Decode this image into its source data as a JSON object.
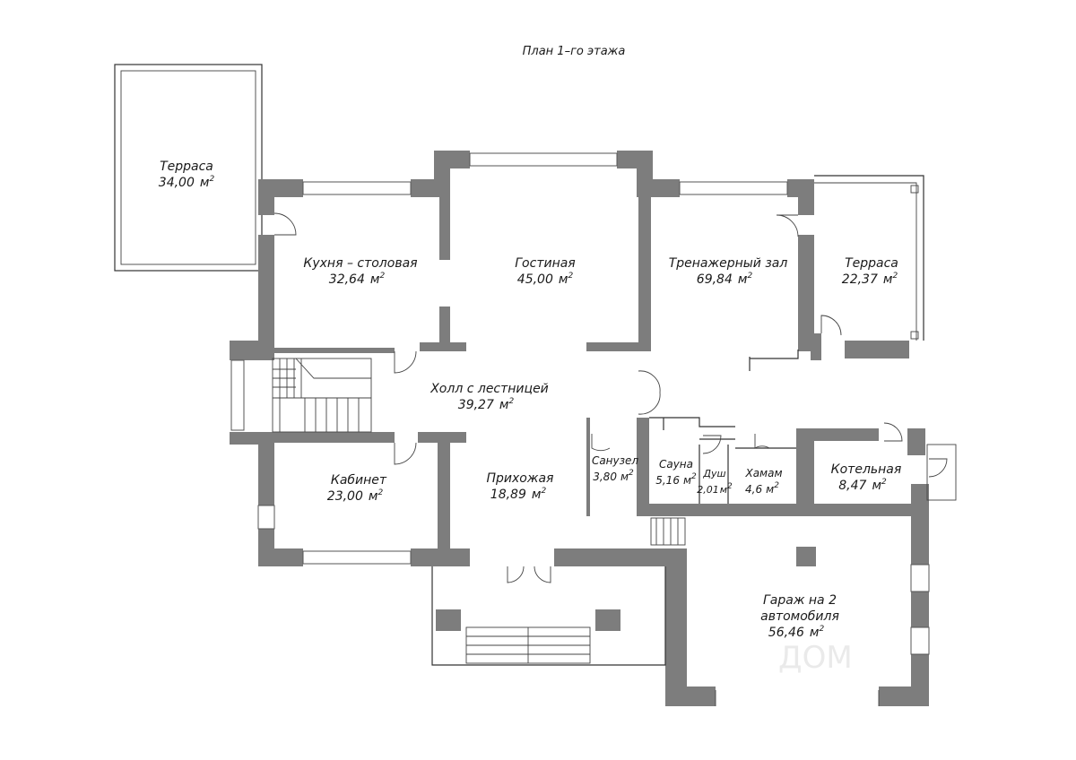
{
  "title": "План 1–го этажа",
  "unit": "м",
  "unit_sup": "2",
  "rooms": {
    "terrace_left": {
      "name": "Терраса",
      "area": "34,00"
    },
    "kitchen": {
      "name": "Кухня – столовая",
      "area": "32,64"
    },
    "living": {
      "name": "Гостиная",
      "area": "45,00"
    },
    "gym": {
      "name": "Тренажерный зал",
      "area": "69,84"
    },
    "terrace_right": {
      "name": "Терраса",
      "area": "22,37"
    },
    "hall": {
      "name": "Холл с лестницей",
      "area": "39,27"
    },
    "wc": {
      "name": "Санузел",
      "area": "3,80"
    },
    "sauna": {
      "name": "Сауна",
      "area": "5,16"
    },
    "shower": {
      "name": "Душ",
      "area": "2,01"
    },
    "hammam": {
      "name": "Хамам",
      "area": "4,6"
    },
    "boiler": {
      "name": "Котельная",
      "area": "8,47"
    },
    "office": {
      "name": "Кабинет",
      "area": "23,00"
    },
    "entrance": {
      "name": "Прихожая",
      "area": "18,89"
    },
    "garage": {
      "name": "Гараж на 2",
      "name2": "автомобиля",
      "area": "56,46"
    }
  },
  "colors": {
    "wall": "#7d7d7d",
    "line": "#333333",
    "background": "#ffffff"
  }
}
